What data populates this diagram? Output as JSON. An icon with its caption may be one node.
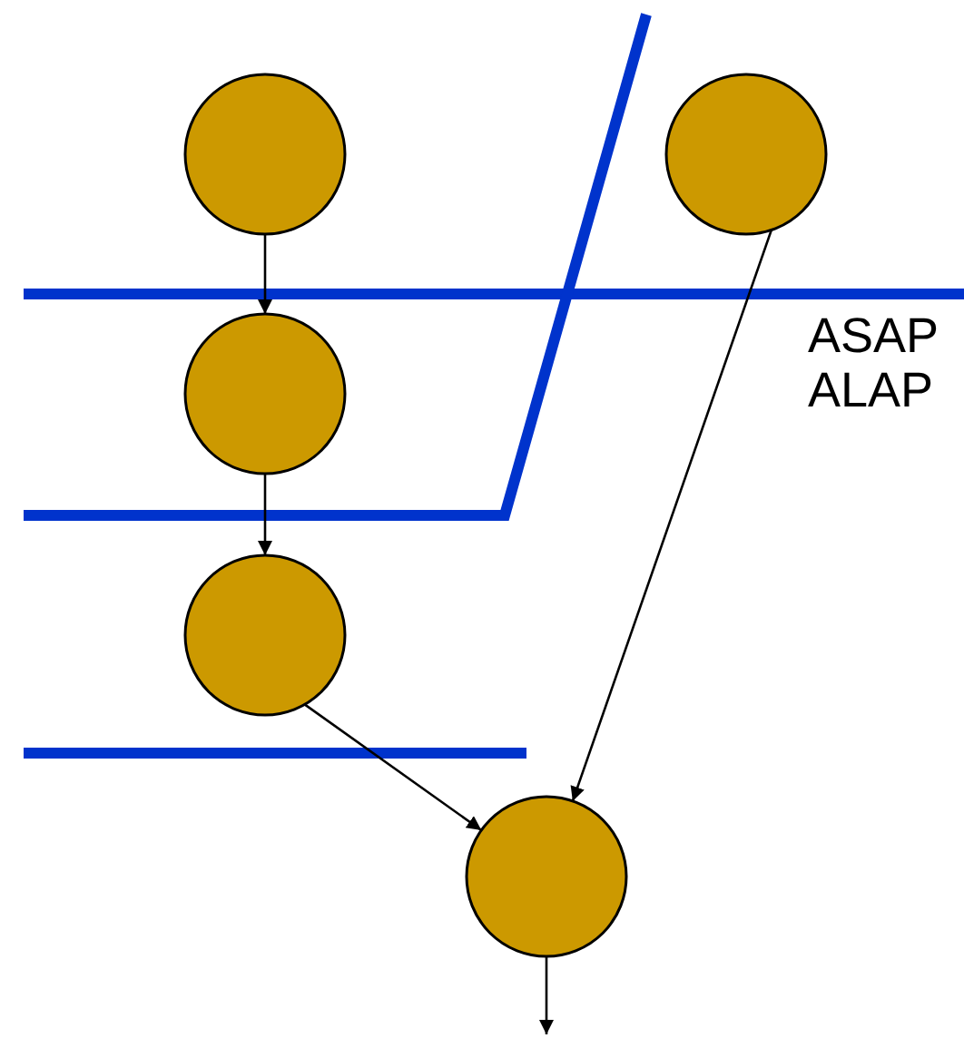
{
  "diagram": {
    "nodes": [
      {
        "text": [],
        "shape": "circle"
      },
      {
        "text": [],
        "shape": "circle"
      },
      {
        "text": [],
        "shape": "circle"
      },
      {
        "text": [],
        "shape": "circle"
      },
      {
        "text": [],
        "shape": "circle"
      }
    ],
    "edges": [
      {
        "from": 0,
        "to": 1,
        "arrow": "to"
      },
      {
        "from": 1,
        "to": 2,
        "arrow": "to"
      },
      {
        "from": 3,
        "to": 4,
        "arrow": "to"
      },
      {
        "from": 2,
        "to": 4,
        "arrow": "to"
      },
      {
        "from": 4,
        "to": null,
        "arrow": "to"
      }
    ],
    "labels": [
      "ASAP",
      "ALAP"
    ]
  }
}
